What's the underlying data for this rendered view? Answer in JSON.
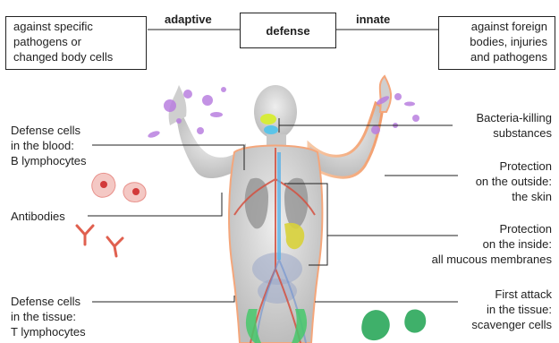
{
  "top": {
    "left_box": [
      "against specific",
      "pathogens or",
      "changed body cells"
    ],
    "adaptive": "adaptive",
    "defense": "defense",
    "innate": "innate",
    "right_box": [
      "against foreign",
      "bodies, injuries",
      "and pathogens"
    ]
  },
  "labels": {
    "defense_blood": [
      "Defense cells",
      "in the blood:",
      "B lymphocytes"
    ],
    "antibodies": "Antibodies",
    "defense_tissue": [
      "Defense cells",
      "in the tissue:",
      "T lymphocytes"
    ],
    "bacteria_killing": [
      "Bacteria-killing",
      "substances"
    ],
    "protection_outside": [
      "Protection",
      "on the outside:",
      "the skin"
    ],
    "protection_inside": [
      "Protection",
      "on the inside:",
      "all mucous membranes"
    ],
    "first_attack": [
      "First attack",
      "in the tissue:",
      "scavenger cells"
    ]
  }
}
